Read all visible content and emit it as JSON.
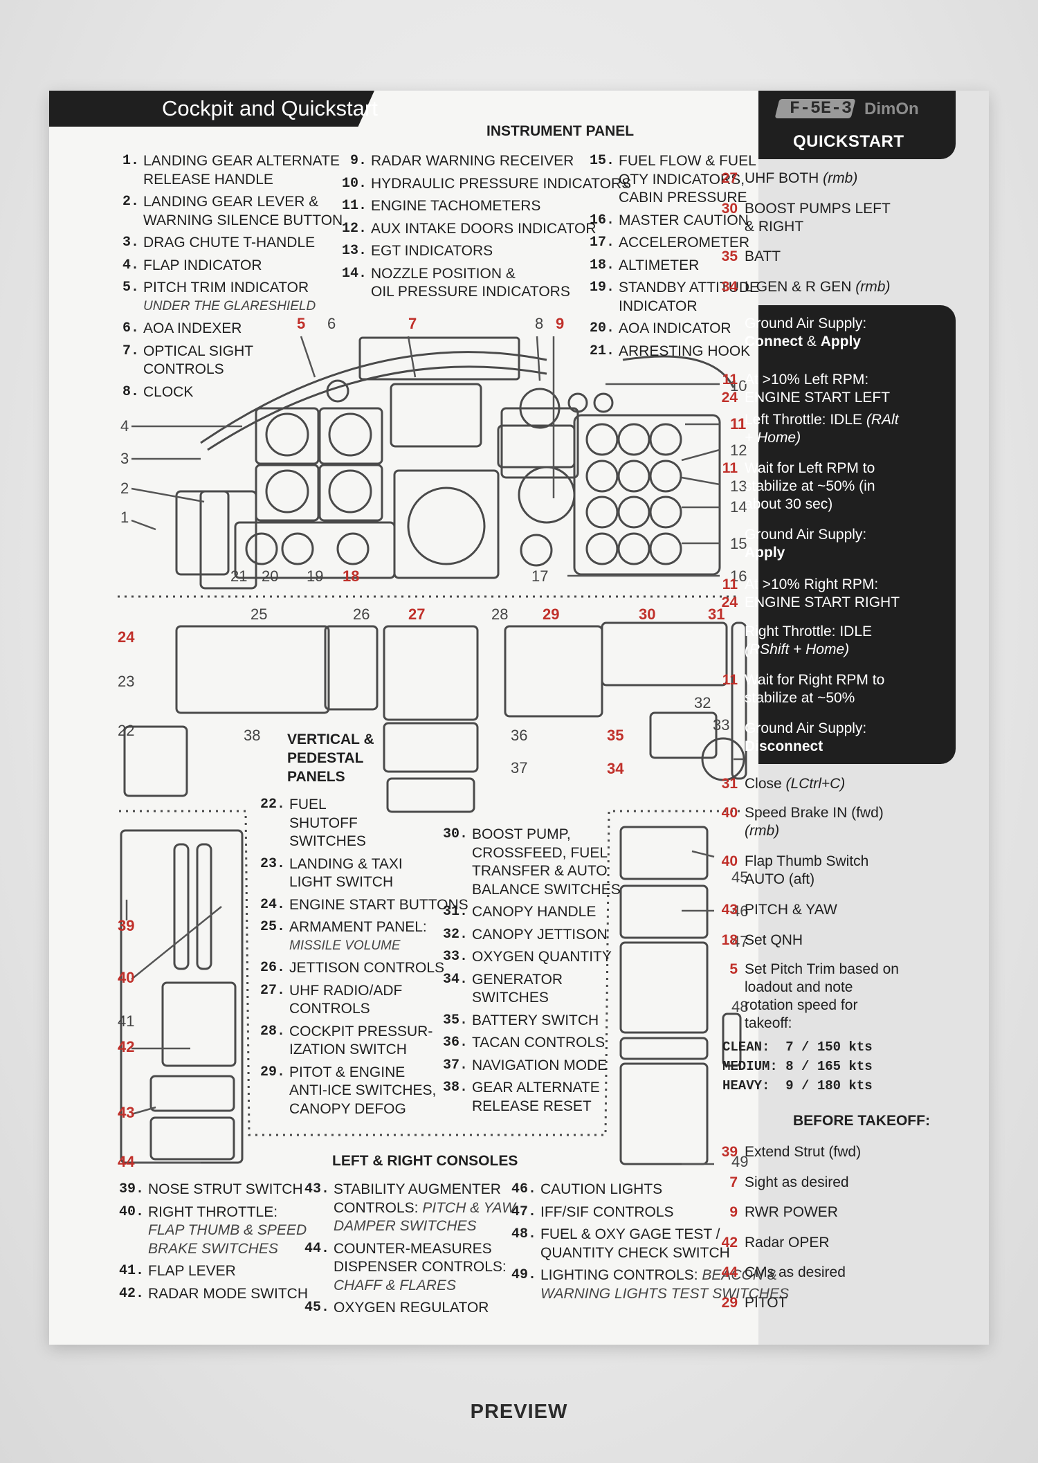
{
  "header": {
    "title": "Cockpit and Quickstart",
    "badge": "F-5E-3",
    "brand": "DimOn",
    "quickstart": "QUICKSTART"
  },
  "sections": {
    "instrument_panel": "INSTRUMENT PANEL",
    "vertical_pedestal": [
      "VERTICAL &",
      "PEDESTAL",
      "PANELS"
    ],
    "consoles": "LEFT & RIGHT CONSOLES"
  },
  "instrument_items": [
    {
      "n": "1.",
      "t": [
        "LANDING GEAR ALTERNATE",
        "RELEASE HANDLE"
      ]
    },
    {
      "n": "2.",
      "t": [
        "LANDING GEAR LEVER &",
        "WARNING SILENCE BUTTON"
      ]
    },
    {
      "n": "3.",
      "t": [
        "DRAG CHUTE T-HANDLE"
      ]
    },
    {
      "n": "4.",
      "t": [
        "FLAP INDICATOR"
      ]
    },
    {
      "n": "5.",
      "t": [
        "PITCH TRIM INDICATOR"
      ],
      "sub": "UNDER THE GLARESHIELD"
    },
    {
      "n": "6.",
      "t": [
        "AOA INDEXER"
      ]
    },
    {
      "n": "7.",
      "t": [
        "OPTICAL SIGHT",
        "CONTROLS"
      ]
    },
    {
      "n": "8.",
      "t": [
        "CLOCK"
      ]
    },
    {
      "n": "9.",
      "t": [
        "RADAR WARNING RECEIVER"
      ]
    },
    {
      "n": "10.",
      "t": [
        "HYDRAULIC PRESSURE INDICATORS"
      ]
    },
    {
      "n": "11.",
      "t": [
        "ENGINE TACHOMETERS"
      ]
    },
    {
      "n": "12.",
      "t": [
        "AUX INTAKE DOORS INDICATOR"
      ]
    },
    {
      "n": "13.",
      "t": [
        "EGT INDICATORS"
      ]
    },
    {
      "n": "14.",
      "t": [
        "NOZZLE POSITION &",
        "OIL PRESSURE INDICATORS"
      ]
    },
    {
      "n": "15.",
      "t": [
        "FUEL FLOW & FUEL",
        "QTY INDICATORS,",
        "CABIN PRESSURE"
      ]
    },
    {
      "n": "16.",
      "t": [
        "MASTER CAUTION"
      ]
    },
    {
      "n": "17.",
      "t": [
        "ACCELEROMETER"
      ]
    },
    {
      "n": "18.",
      "t": [
        "ALTIMETER"
      ]
    },
    {
      "n": "19.",
      "t": [
        "STANDBY ATTITUDE",
        "INDICATOR"
      ]
    },
    {
      "n": "20.",
      "t": [
        "AOA INDICATOR"
      ]
    },
    {
      "n": "21.",
      "t": [
        "ARRESTING HOOK"
      ]
    }
  ],
  "pedestal_items": [
    {
      "n": "22.",
      "t": [
        "FUEL",
        "SHUTOFF",
        "SWITCHES"
      ]
    },
    {
      "n": "23.",
      "t": [
        "LANDING & TAXI",
        "LIGHT SWITCH"
      ]
    },
    {
      "n": "24.",
      "t": [
        "ENGINE START BUTTONS"
      ]
    },
    {
      "n": "25.",
      "t": [
        "ARMAMENT PANEL:"
      ],
      "sub": "MISSILE VOLUME"
    },
    {
      "n": "26.",
      "t": [
        "JETTISON CONTROLS"
      ]
    },
    {
      "n": "27.",
      "t": [
        "UHF RADIO/ADF",
        "CONTROLS"
      ]
    },
    {
      "n": "28.",
      "t": [
        "COCKPIT PRESSUR-",
        "IZATION SWITCH"
      ]
    },
    {
      "n": "29.",
      "t": [
        "PITOT & ENGINE",
        "ANTI-ICE SWITCHES,",
        "CANOPY DEFOG"
      ]
    },
    {
      "n": "30.",
      "t": [
        "BOOST PUMP,",
        "CROSSFEED, FUEL",
        "TRANSFER & AUTO",
        "BALANCE SWITCHES"
      ]
    },
    {
      "n": "31.",
      "t": [
        "CANOPY HANDLE"
      ]
    },
    {
      "n": "32.",
      "t": [
        "CANOPY JETTISON"
      ]
    },
    {
      "n": "33.",
      "t": [
        "OXYGEN QUANTITY"
      ]
    },
    {
      "n": "34.",
      "t": [
        "GENERATOR",
        "SWITCHES"
      ]
    },
    {
      "n": "35.",
      "t": [
        "BATTERY SWITCH"
      ]
    },
    {
      "n": "36.",
      "t": [
        "TACAN CONTROLS"
      ]
    },
    {
      "n": "37.",
      "t": [
        "NAVIGATION MODE"
      ]
    },
    {
      "n": "38.",
      "t": [
        "GEAR ALTERNATE",
        "RELEASE RESET"
      ]
    }
  ],
  "console_items": [
    {
      "n": "39.",
      "t": [
        "NOSE STRUT SWITCH"
      ]
    },
    {
      "n": "40.",
      "t": [
        "RIGHT THROTTLE:"
      ],
      "subs": [
        "FLAP THUMB & SPEED",
        "BRAKE SWITCHES"
      ]
    },
    {
      "n": "41.",
      "t": [
        "FLAP LEVER"
      ]
    },
    {
      "n": "42.",
      "t": [
        "RADAR MODE SWITCH"
      ]
    },
    {
      "n": "43.",
      "t": [
        "STABILITY AUGMENTER",
        "CONTROLS: "
      ],
      "mix": "PITCH & YAW",
      "subs": [
        "DAMPER SWITCHES"
      ]
    },
    {
      "n": "44.",
      "t": [
        "COUNTER-MEASURES",
        "DISPENSER CONTROLS:"
      ],
      "subs": [
        "CHAFF & FLARES"
      ]
    },
    {
      "n": "45.",
      "t": [
        "OXYGEN REGULATOR"
      ]
    },
    {
      "n": "46.",
      "t": [
        "CAUTION LIGHTS"
      ]
    },
    {
      "n": "47.",
      "t": [
        "IFF/SIF CONTROLS"
      ]
    },
    {
      "n": "48.",
      "t": [
        "FUEL & OXY GAGE TEST /",
        "QUANTITY CHECK SWITCH"
      ]
    },
    {
      "n": "49.",
      "t": [
        "LIGHTING CONTROLS: "
      ],
      "mix": "BEACON &",
      "subs": [
        "WARNING LIGHTS TEST SWITCHES"
      ]
    }
  ],
  "quickstart": {
    "steps_top": [
      {
        "n": "27",
        "t": "UHF BOTH",
        "it": "(rmb)"
      },
      {
        "n": "30",
        "t": "BOOST PUMPS LEFT & RIGHT"
      },
      {
        "n": "35",
        "t": "BATT"
      },
      {
        "n": "34",
        "t": "L GEN & R GEN",
        "it": "(rmb)"
      }
    ],
    "steps_dark": [
      {
        "n": "",
        "t": "Ground Air Supply:",
        "b": "Connect",
        "b2": " & ",
        "b3": "Apply"
      },
      {
        "n": "11\n24",
        "t": "At >10% Left RPM: ENGINE START LEFT"
      },
      {
        "n": "",
        "t": "Left Throttle: IDLE",
        "it": "(RAlt + Home)"
      },
      {
        "n": "11",
        "t": "Wait for Left RPM to stabilize at ~50% (in about 30 sec)"
      },
      {
        "n": "",
        "t": "Ground Air Supply:",
        "b": "Apply"
      },
      {
        "n": "11\n24",
        "t": "At >10% Right RPM: ENGINE START RIGHT"
      },
      {
        "n": "",
        "t": "Right Throttle: IDLE",
        "it": "(RShift + Home)"
      },
      {
        "n": "11",
        "t": "Wait for Right RPM to stabilize at ~50%"
      },
      {
        "n": "",
        "t": "Ground Air Supply:",
        "b": "Disconnect"
      }
    ],
    "steps_bottom": [
      {
        "n": "31",
        "t": "Close",
        "it": "(LCtrl+C)"
      },
      {
        "n": "40",
        "t": "Speed Brake IN (fwd)",
        "it": "(rmb)"
      },
      {
        "n": "40",
        "t": "Flap Thumb Switch AUTO (aft)"
      },
      {
        "n": "43",
        "t": "PITCH & YAW"
      },
      {
        "n": "18",
        "t": "Set QNH"
      },
      {
        "n": "5",
        "t": "Set Pitch Trim based on loadout and note rotation speed for takeoff:"
      }
    ],
    "speeds": [
      "CLEAN:  7 / 150 kts",
      "MEDIUM: 8 / 165 kts",
      "HEAVY:  9 / 180 kts"
    ],
    "before_takeoff": "BEFORE TAKEOFF:",
    "steps_final": [
      {
        "n": "39",
        "t": "Extend Strut (fwd)"
      },
      {
        "n": "7",
        "t": "Sight as desired"
      },
      {
        "n": "9",
        "t": "RWR POWER"
      },
      {
        "n": "42",
        "t": "Radar OPER"
      },
      {
        "n": "44",
        "t": "CMs as desired"
      },
      {
        "n": "29",
        "t": "PITOT"
      }
    ]
  },
  "callouts": {
    "panel": [
      "1",
      "2",
      "3",
      "4",
      "5",
      "6",
      "7",
      "8",
      "9",
      "10",
      "11",
      "12",
      "13",
      "14",
      "15",
      "16",
      "17",
      "18",
      "19",
      "20",
      "21"
    ],
    "pedestal": [
      "22",
      "23",
      "24",
      "25",
      "26",
      "27",
      "28",
      "29",
      "30",
      "31",
      "32",
      "33",
      "34",
      "35",
      "36",
      "37",
      "38"
    ],
    "consoles": [
      "39",
      "40",
      "41",
      "42",
      "43",
      "44",
      "45",
      "46",
      "47",
      "48",
      "49"
    ],
    "red": [
      "5",
      "7",
      "9",
      "11",
      "18",
      "24",
      "27",
      "29",
      "30",
      "31",
      "34",
      "35",
      "39",
      "40",
      "42",
      "43",
      "44"
    ]
  },
  "footer": "PREVIEW"
}
